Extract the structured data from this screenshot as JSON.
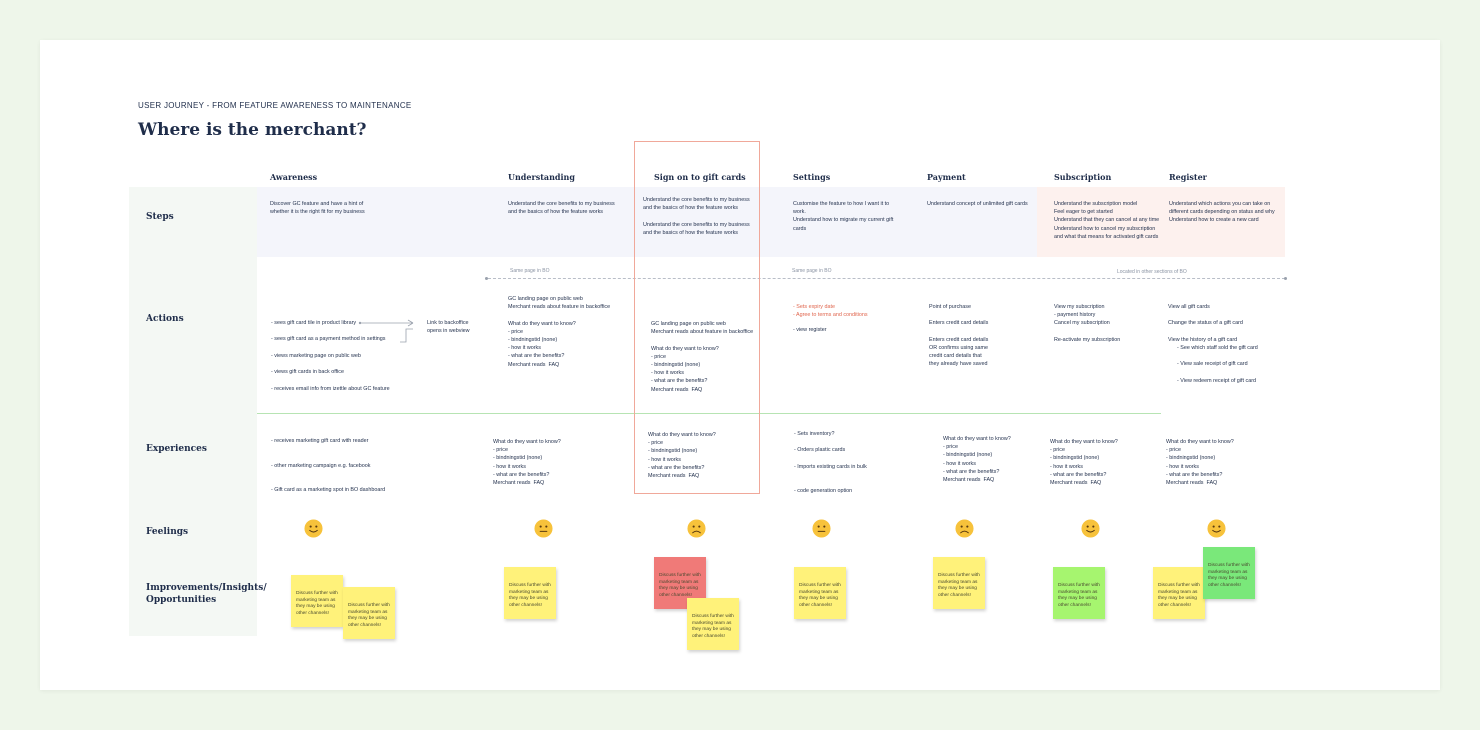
{
  "eyebrow": "USER JOURNEY - FROM FEATURE AWARENESS TO MAINTENANCE",
  "title": "Where is the merchant?",
  "rows": {
    "steps": "Steps",
    "actions": "Actions",
    "experiences": "Experiences",
    "feelings": "Feelings",
    "improvements": "Improvements/Insights/\nOpportunities"
  },
  "columns": [
    "Awareness",
    "Understanding",
    "Sign on to gift cards",
    "Settings",
    "Payment",
    "Subscription",
    "Register"
  ],
  "steps": [
    "Discover GC feature and have a hint of\nwhether it is the right fit for my business",
    "Understand the core benefits to my business\nand the basics of how the feature works",
    "Understand the core benefits to my business\nand the basics of how the feature works\n\nUnderstand the core benefits to my business\nand the basics of how the feature works",
    "Customise the feature to how I want it to\nwork.\nUnderstand how to migrate my current gift\ncards",
    "Understand concept of unlimited gift cards",
    "Understand the subscription model\nFeel eager to get started\nUnderstand that they can cancel at any time\nUnderstand how to cancel my subscription\nand what that means for activated gift cards",
    "Understand which actions you can take on\ndifferent cards depending on status and why\nUnderstand how to create a new card"
  ],
  "dashed_labels": {
    "same_page_1": "Same page in BO",
    "same_page_2": "Same page in BO",
    "other_sections": "Located in other sections of BO"
  },
  "actions": {
    "awareness": "- sees gift card tile in product library\n\n- sees gift card as a payment method in settings\n\n- views marketing page on public web\n\n- views gift cards in back office\n\n- receives email info from izettle about GC feature",
    "awareness_note": "Link to backoffice\nopens in webview",
    "understanding": "GC landing page on public web\nMerchant reads about feature in backoffice\n\nWhat do they want to know?\n- price\n- bindningstid (none)\n- how it works\n- what are the benefits?\nMerchant reads  FAQ",
    "sign_on": "GC landing page on public web\nMerchant reads about feature in backoffice\n\nWhat do they want to know?\n- price\n- bindningstid (none)\n- how it works\n- what are the benefits?\nMerchant reads  FAQ",
    "settings_red": "- Sets expiry date\n- Agree to terms and conditions",
    "settings": "- view register",
    "payment": "Point of purchase\n\nEnters credit card details\n\nEnters credit card details\nOR confirms using same\ncredit card details that\nthey already have saved",
    "subscription": "View my subscription\n- payment history\nCancel my subscription\n\nRe-activate my subscription",
    "register": "View all gift cards\n\nChange the status of a gift card\n\nView the history of a gift card\n      - See which staff sold the gift card\n\n      - View sale receipt of gift card\n\n      - View redeem receipt of gift card"
  },
  "experiences": {
    "awareness": "- receives marketing gift card with reader\n\n\n- other marketing campaign e.g. facebook\n\n\n- Gift card as a marketing spot in BO dashboard",
    "understanding": "What do they want to know?\n- price\n- bindningstid (none)\n- how it works\n- what are the benefits?\nMerchant reads  FAQ",
    "sign_on": "What do they want to know?\n- price\n- bindningstid (none)\n- how it works\n- what are the benefits?\nMerchant reads  FAQ",
    "settings": "- Sets inventory?\n\n- Orders plastic cards\n\n- Imports existing cards in bulk\n\n\n- code generation option",
    "payment": "What do they want to know?\n- price\n- bindningstid (none)\n- how it works\n- what are the benefits?\nMerchant reads  FAQ",
    "subscription": "What do they want to know?\n- price\n- bindningstid (none)\n- how it works\n- what are the benefits?\nMerchant reads  FAQ",
    "register": "What do they want to know?\n- price\n- bindningstid (none)\n- how it works\n- what are the benefits?\nMerchant reads  FAQ"
  },
  "feelings": [
    "happy",
    "neutral",
    "sad",
    "neutral",
    "sad",
    "happy",
    "happy"
  ],
  "sticky_text": "Discuss further with\nmarketing team as\nthey may be using\nother channels!",
  "colors": {
    "steps_band": "#f4f5fb",
    "subscription_band": "#fdf1ee",
    "highlight": "#f0a89a",
    "sticky_yellow": "#fff27a",
    "sticky_green": "#a6f56f",
    "sticky_red": "#f07a78",
    "face": "#f7c23b"
  }
}
